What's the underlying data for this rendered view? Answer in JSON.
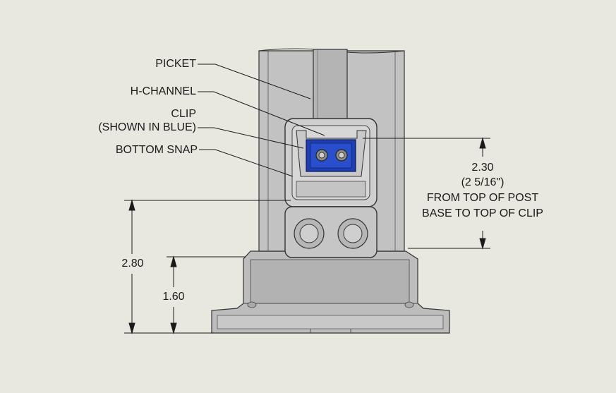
{
  "callouts": {
    "picket": "PICKET",
    "h_channel": "H-CHANNEL",
    "clip_line1": "CLIP",
    "clip_line2": "(SHOWN IN BLUE)",
    "bottom_snap": "BOTTOM SNAP"
  },
  "dimensions": {
    "clip_height": "2.30",
    "clip_height_fraction": "(2 5/16\")",
    "clip_note_line1": "FROM TOP OF POST",
    "clip_note_line2": "BASE TO TOP OF CLIP",
    "upper_height": "2.80",
    "lower_height": "1.60"
  },
  "colors": {
    "background": "#e8e8e0",
    "part_gray": "#bcbcbc",
    "clip_blue": "#1f3fb0",
    "line": "#1a1a1a"
  }
}
